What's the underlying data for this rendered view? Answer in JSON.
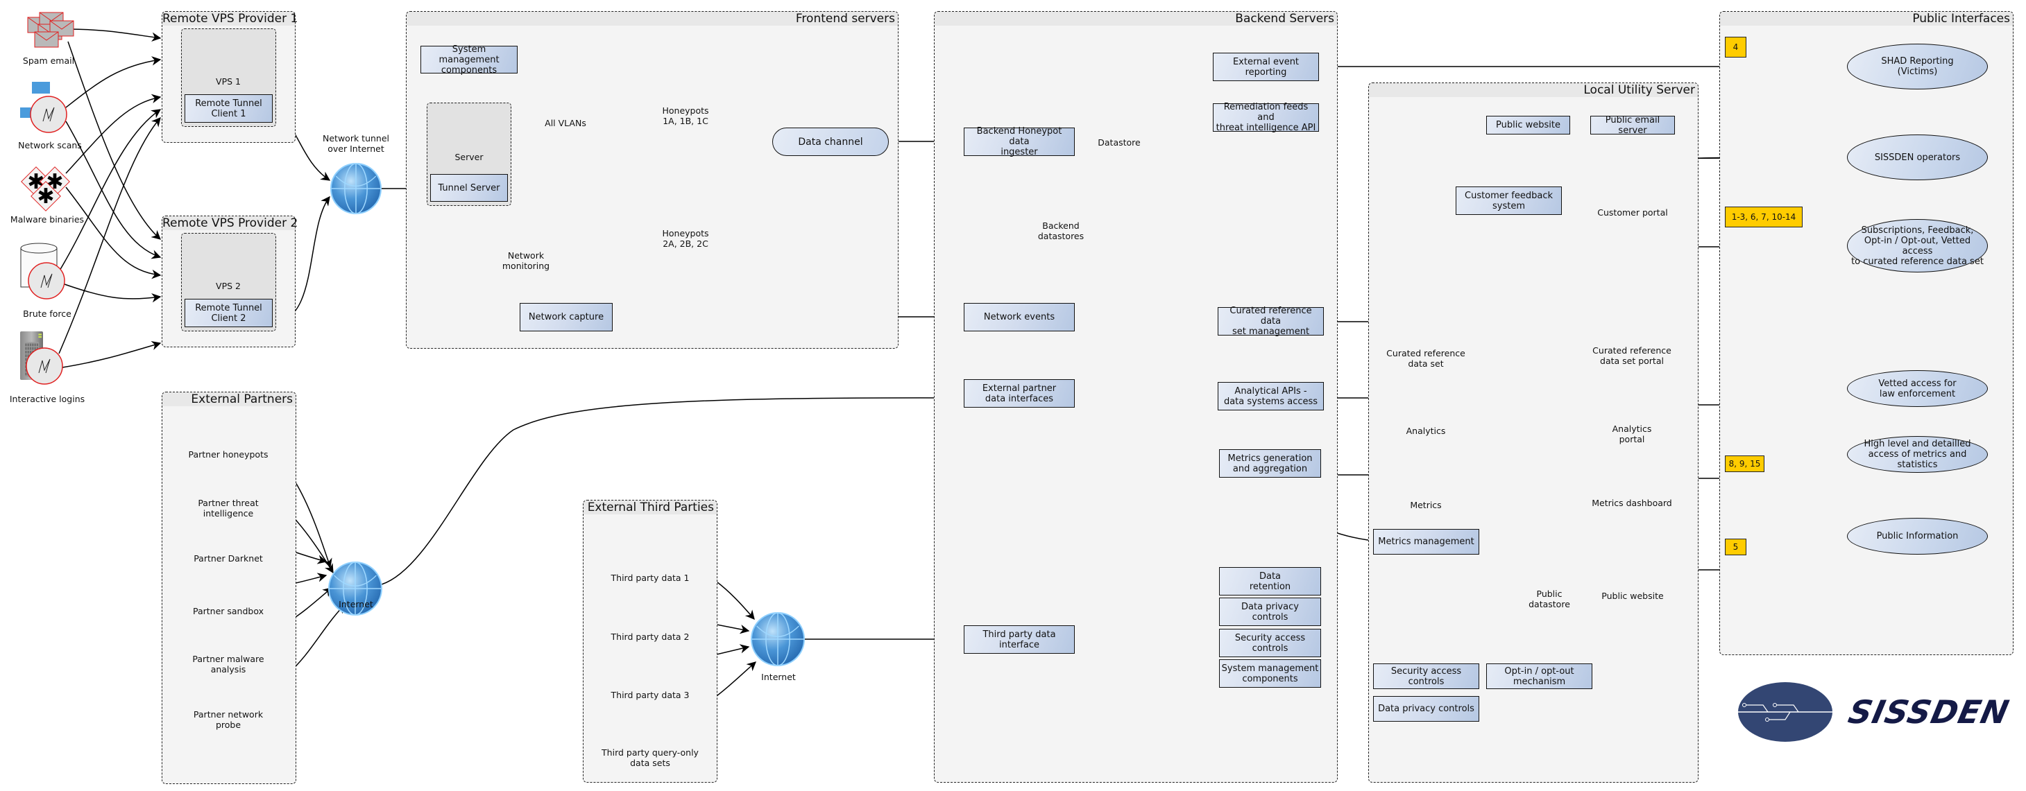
{
  "groups": {
    "vps1": "Remote VPS Provider 1",
    "vps2": "Remote VPS Provider 2",
    "frontend": "Frontend servers",
    "backend": "Backend Servers",
    "local": "Local Utility Server",
    "public": "Public Interfaces",
    "partners": "External Partners",
    "third": "External Third Parties"
  },
  "attacks": [
    {
      "icon": "spam-email-icon",
      "label": "Spam email"
    },
    {
      "icon": "network-scans-icon",
      "label": "Network scans"
    },
    {
      "icon": "malware-binaries-icon",
      "label": "Malware binaries"
    },
    {
      "icon": "brute-force-icon",
      "label": "Brute force"
    },
    {
      "icon": "interactive-logins-icon",
      "label": "Interactive logins"
    }
  ],
  "vps": {
    "vps1_label": "VPS 1",
    "vps1_client": "Remote Tunnel\nClient 1",
    "vps2_label": "VPS 2",
    "vps2_client": "Remote Tunnel\nClient 2",
    "tunnel_label": "Network tunnel\nover Internet"
  },
  "frontend": {
    "sysmgmt": "System management\ncomponents",
    "server": "Server",
    "tunnel_server": "Tunnel Server",
    "switch": "All VLANs",
    "hp1": "Honeypots\n1A, 1B, 1C",
    "hp2": "Honeypots\n2A, 2B, 2C",
    "data_channel": "Data channel",
    "monitoring": "Network\nmonitoring",
    "capture": "Network capture"
  },
  "backend": {
    "ingester": "Backend Honeypot data\ningester",
    "network_events": "Network events",
    "partner_if": "External partner\ndata interfaces",
    "third_if": "Third party data\ninterface",
    "datastores": "Backend\ndatastores",
    "datastore": "Datastore",
    "external_reporting": "External event reporting",
    "remediation": "Remediation feeds and\nthreat intelligence API",
    "curated_mgmt": "Curated reference data\nset management",
    "analytical": "Analytical APIs -\ndata systems access",
    "metrics_gen": "Metrics generation\nand aggregation",
    "retention": "Data\nretention",
    "privacy": "Data privacy\ncontrols",
    "security": "Security access\ncontrols",
    "sysmgmt": "System management\ncomponents"
  },
  "local": {
    "public_website_box": "Public website",
    "public_email": "Public email server",
    "feedback": "Customer feedback\nsystem",
    "customer_portal": "Customer portal",
    "curated_set": "Curated reference\ndata set",
    "curated_portal": "Curated reference\ndata set portal",
    "analytics": "Analytics",
    "analytics_portal": "Analytics\nportal",
    "metrics": "Metrics",
    "metrics_dashboard": "Metrics dashboard",
    "metrics_mgmt": "Metrics management",
    "public_datastore": "Public\ndatastore",
    "public_website": "Public website",
    "security": "Security access\ncontrols",
    "optin": "Opt-in / opt-out\nmechanism",
    "privacy": "Data privacy controls"
  },
  "public": {
    "badges": [
      "4",
      "1-3, 6, 7, 10-14",
      "8, 9, 15",
      "5"
    ],
    "ellipses": [
      "SHAD Reporting\n(Victims)",
      "SISSDEN operators",
      "Subscriptions, Feedback,\nOpt-in / Opt-out, Vetted access\nto curated reference data set",
      "Vetted access for\nlaw enforcement",
      "High level and detailled\naccess of metrics and statistics",
      "Public Information"
    ]
  },
  "partners": {
    "items": [
      "Partner honeypots",
      "Partner threat\nintelligence",
      "Partner Darknet",
      "Partner sandbox",
      "Partner malware\nanalysis",
      "Partner network\nprobe"
    ],
    "internet": "Internet"
  },
  "third": {
    "items": [
      "Third party data 1",
      "Third party data 2",
      "Third party data 3",
      "Third party query-only\ndata sets"
    ],
    "internet": "Internet"
  },
  "logo": {
    "text": "SISSDEN",
    "colors": {
      "emblem": "#334673",
      "text": "#141a46"
    }
  },
  "colors": {
    "badge": "#ffcc00",
    "box_gradient_start": "#e6ecf6",
    "box_gradient_end": "#b6c8e3",
    "group_bg": "#f4f4f4"
  }
}
